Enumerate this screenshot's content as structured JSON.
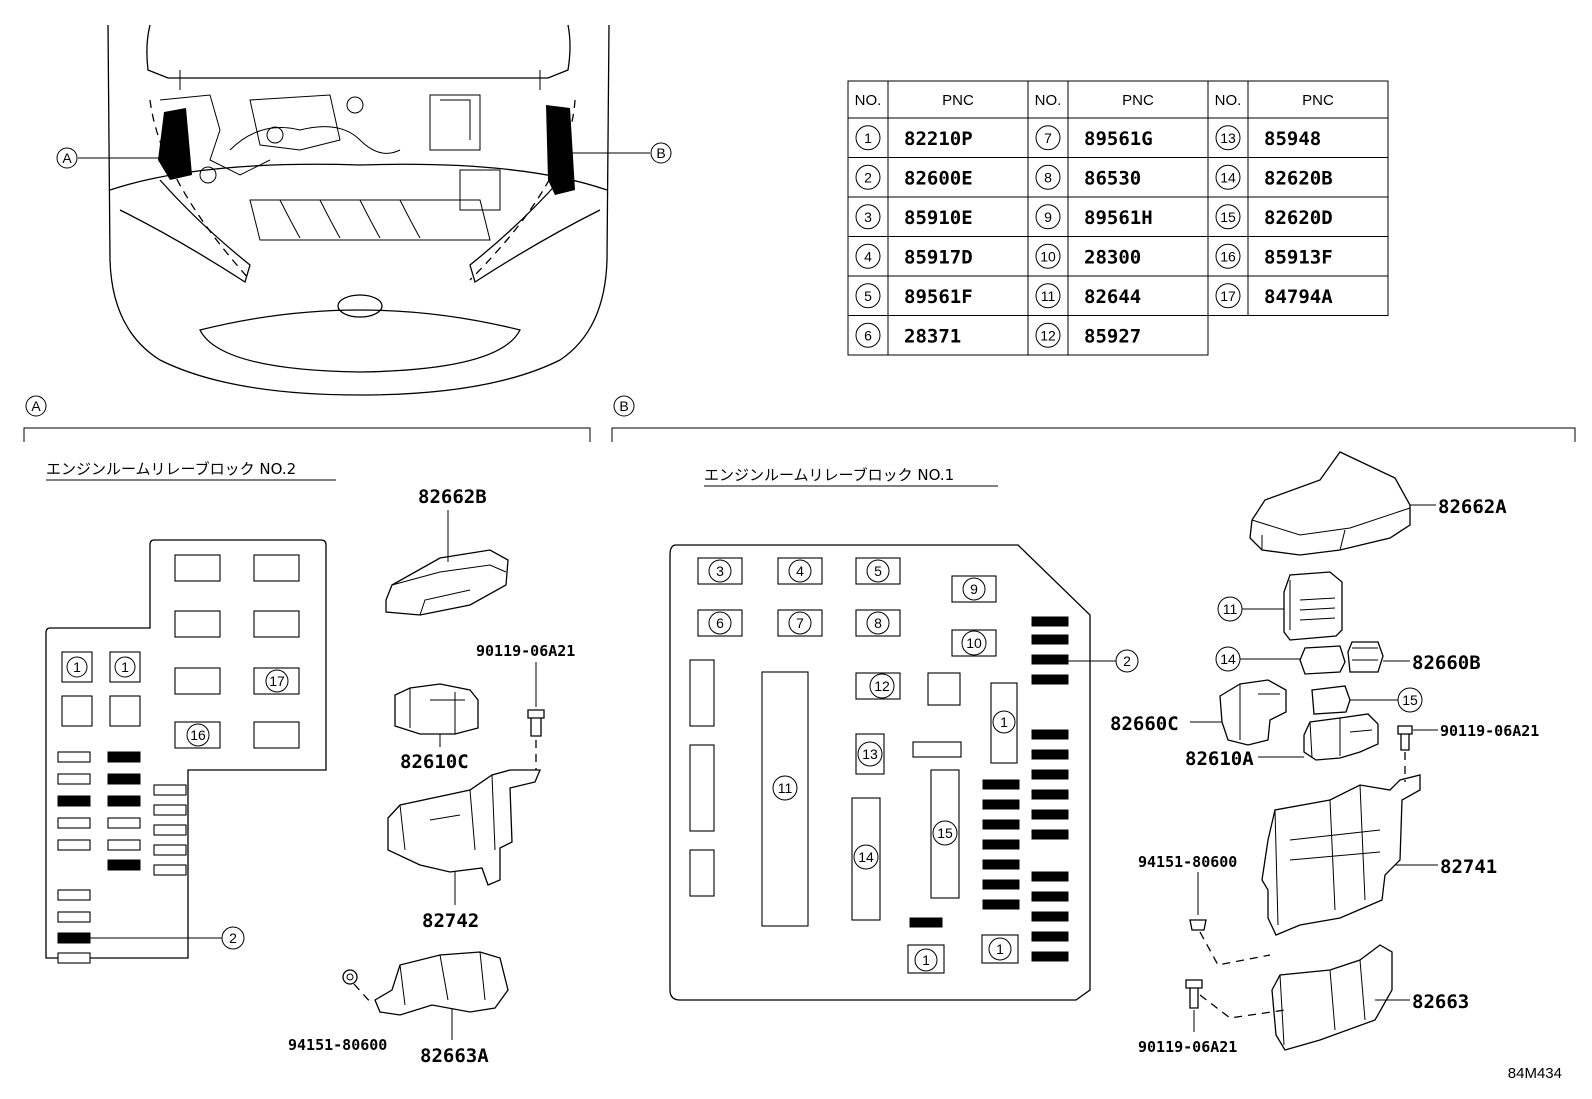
{
  "table": {
    "headers": [
      {
        "no": "NO.",
        "pnc": "PNC"
      },
      {
        "no": "NO.",
        "pnc": "PNC"
      },
      {
        "no": "NO.",
        "pnc": "PNC"
      }
    ],
    "columns": [
      [
        {
          "no": "1",
          "pnc": "82210P"
        },
        {
          "no": "2",
          "pnc": "82600E"
        },
        {
          "no": "3",
          "pnc": "85910E"
        },
        {
          "no": "4",
          "pnc": "85917D"
        },
        {
          "no": "5",
          "pnc": "89561F"
        },
        {
          "no": "6",
          "pnc": "28371"
        }
      ],
      [
        {
          "no": "7",
          "pnc": "89561G"
        },
        {
          "no": "8",
          "pnc": "86530"
        },
        {
          "no": "9",
          "pnc": "89561H"
        },
        {
          "no": "10",
          "pnc": "28300"
        },
        {
          "no": "11",
          "pnc": "82644"
        },
        {
          "no": "12",
          "pnc": "85927"
        }
      ],
      [
        {
          "no": "13",
          "pnc": "85948"
        },
        {
          "no": "14",
          "pnc": "82620B"
        },
        {
          "no": "15",
          "pnc": "82620D"
        },
        {
          "no": "16",
          "pnc": "85913F"
        },
        {
          "no": "17",
          "pnc": "84794A"
        }
      ]
    ]
  },
  "callouts": {
    "a": "A",
    "b": "B"
  },
  "section_a": {
    "title": "エンジンルームリレーブロック NO.2",
    "part_82662B": "82662B",
    "part_90119": "90119-06A21",
    "part_82610C": "82610C",
    "part_82742": "82742",
    "part_94151": "94151-80600",
    "part_82663A": "82663A",
    "slot_1a": "1",
    "slot_1b": "1",
    "slot_17": "17",
    "slot_16": "16",
    "slot_2": "2"
  },
  "section_b": {
    "title": "エンジンルームリレーブロック NO.1",
    "part_82662A": "82662A",
    "part_82660B": "82660B",
    "part_82660C": "82660C",
    "part_82610A": "82610A",
    "part_90119_top": "90119-06A21",
    "part_82741": "82741",
    "part_94151": "94151-80600",
    "part_82663": "82663",
    "part_90119_bot": "90119-06A21",
    "slot_3": "3",
    "slot_4": "4",
    "slot_5": "5",
    "slot_9": "9",
    "slot_6": "6",
    "slot_7": "7",
    "slot_8": "8",
    "slot_10": "10",
    "slot_12": "12",
    "slot_11": "11",
    "slot_13": "13",
    "slot_14": "14",
    "slot_15": "15",
    "slot_1a": "1",
    "slot_1b": "1",
    "slot_1c": "1",
    "slot_2": "2",
    "ref_11": "11",
    "ref_14": "14",
    "ref_15": "15"
  },
  "diagram_code": "84M434"
}
